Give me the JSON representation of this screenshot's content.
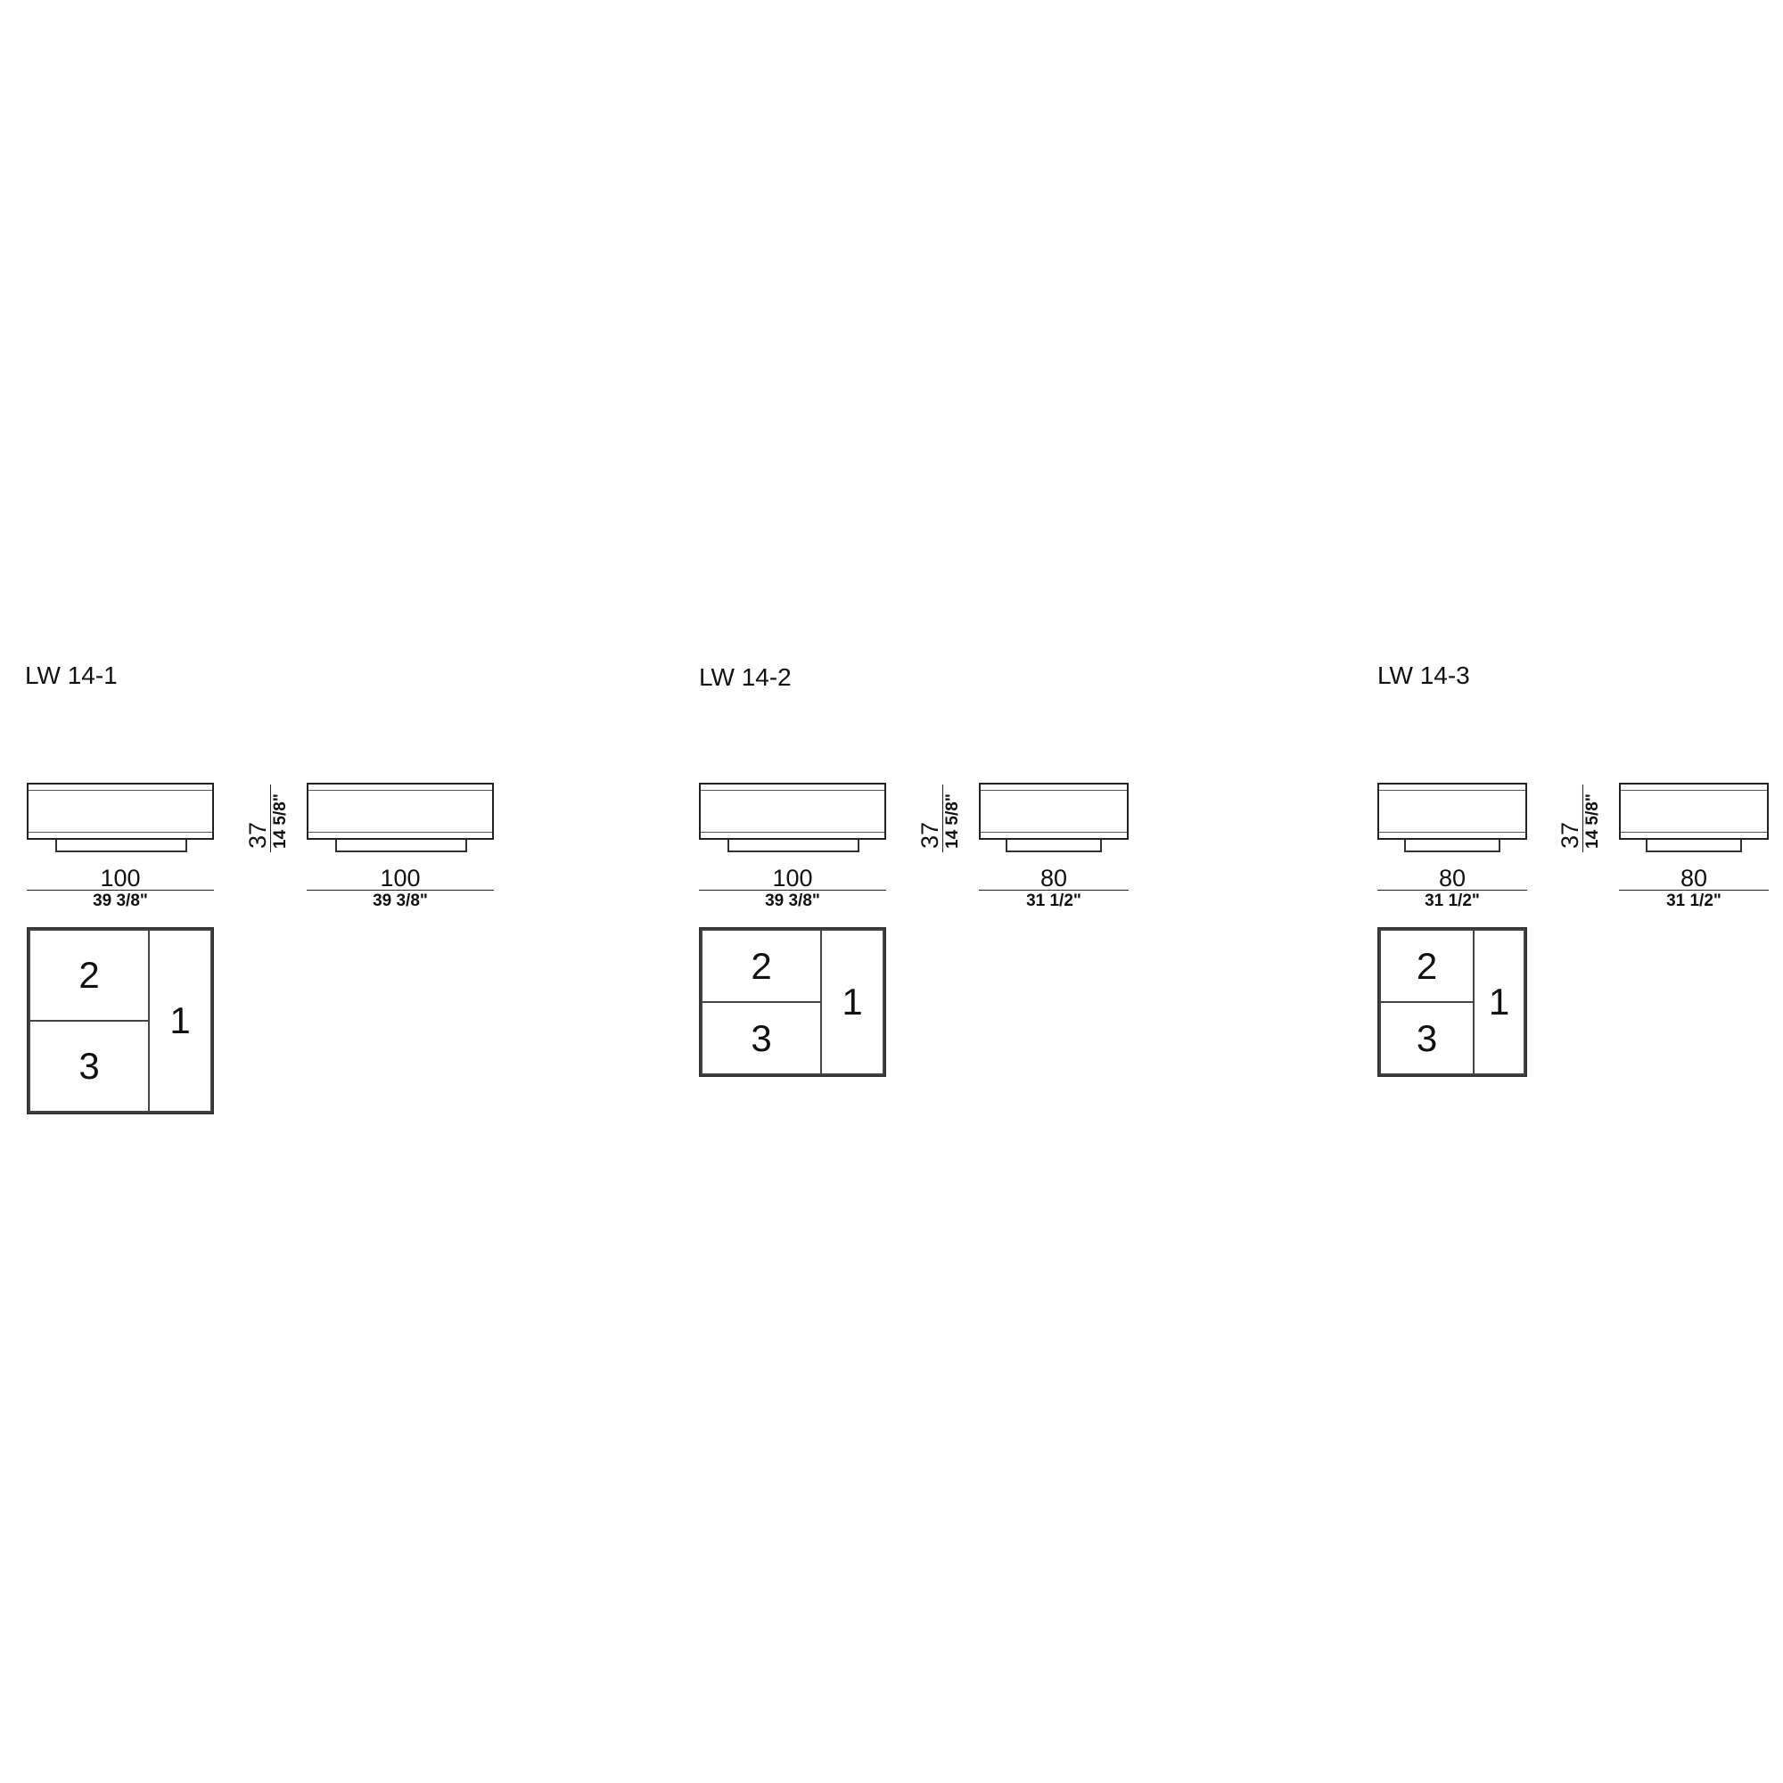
{
  "models": [
    {
      "title": "LW 14-1",
      "height": {
        "cm": "37",
        "in": "14 5/8\""
      },
      "front": {
        "cm": "100",
        "in": "39 3/8\""
      },
      "side": {
        "cm": "100",
        "in": "39 3/8\""
      },
      "plan_labels": {
        "a": "2",
        "b": "3",
        "c": "1"
      }
    },
    {
      "title": "LW 14-2",
      "height": {
        "cm": "37",
        "in": "14 5/8\""
      },
      "front": {
        "cm": "100",
        "in": "39 3/8\""
      },
      "side": {
        "cm": "80",
        "in": "31 1/2\""
      },
      "plan_labels": {
        "a": "2",
        "b": "3",
        "c": "1"
      }
    },
    {
      "title": "LW 14-3",
      "height": {
        "cm": "37",
        "in": "14 5/8\""
      },
      "front": {
        "cm": "80",
        "in": "31 1/2\""
      },
      "side": {
        "cm": "80",
        "in": "31 1/2\""
      },
      "plan_labels": {
        "a": "2",
        "b": "3",
        "c": "1"
      }
    }
  ]
}
